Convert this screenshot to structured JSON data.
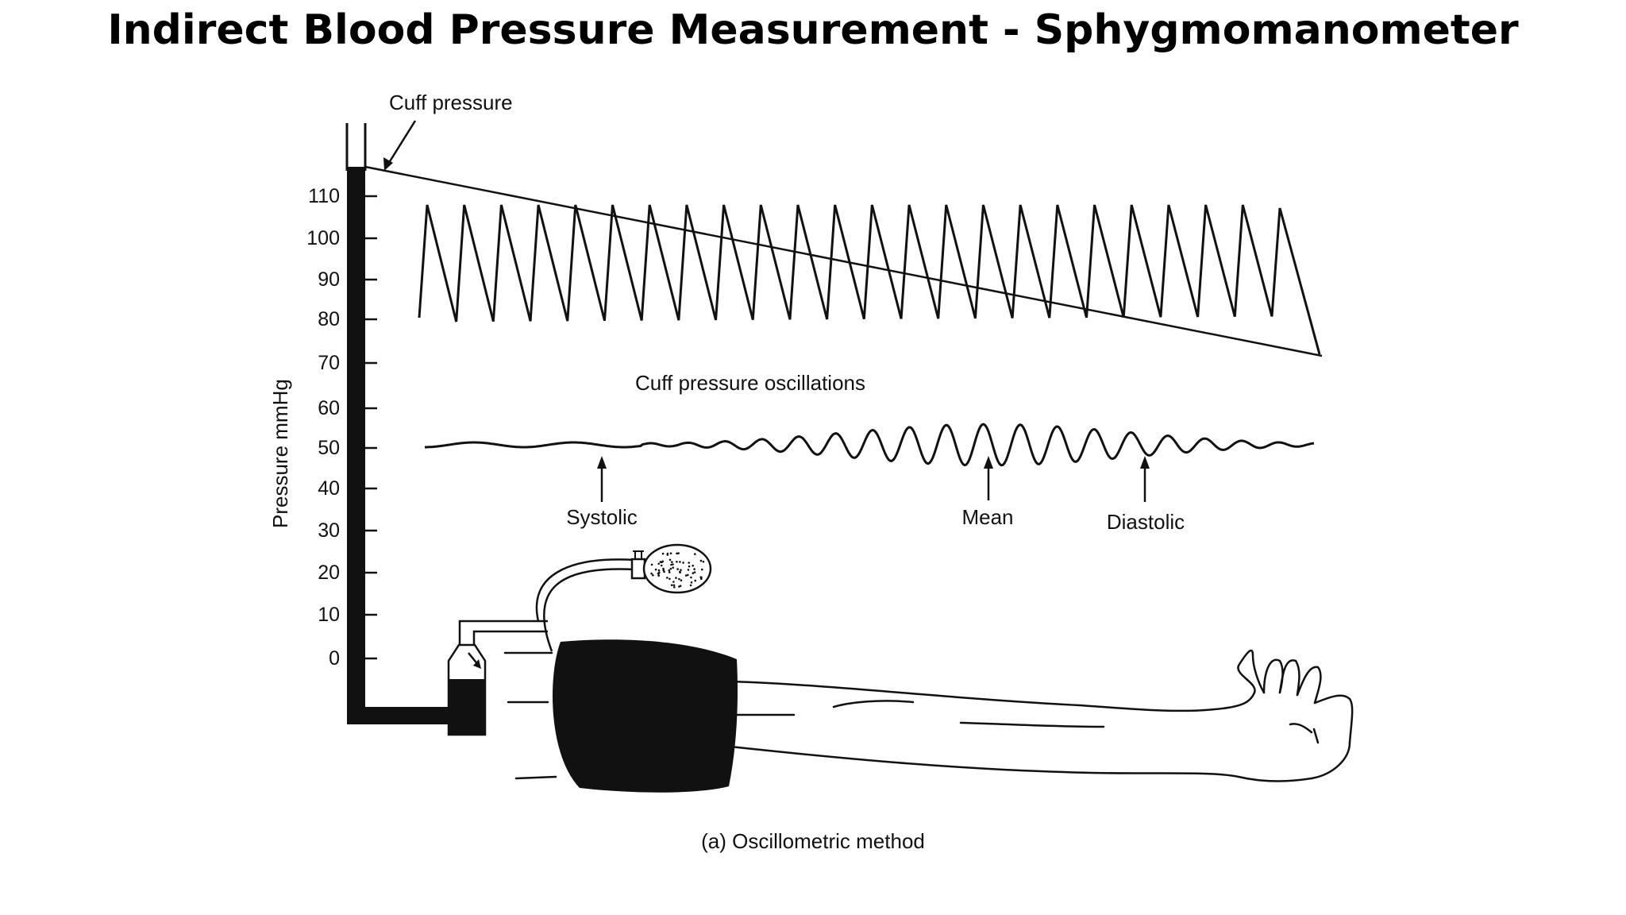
{
  "title": "Indirect Blood Pressure Measurement - Sphygmomanometer",
  "diagram": {
    "y_axis_label": "Pressure mmHg",
    "y_ticks": [
      "110",
      "100",
      "90",
      "80",
      "70",
      "60",
      "50",
      "40",
      "30",
      "20",
      "10",
      "0"
    ],
    "cuff_pressure_label": "Cuff pressure",
    "oscillations_label": "Cuff pressure oscillations",
    "systolic_label": "Systolic",
    "mean_label": "Mean",
    "diastolic_label": "Diastolic",
    "caption": "(a) Oscillometric method"
  },
  "colors": {
    "ink": "#111111",
    "background": "#ffffff"
  }
}
